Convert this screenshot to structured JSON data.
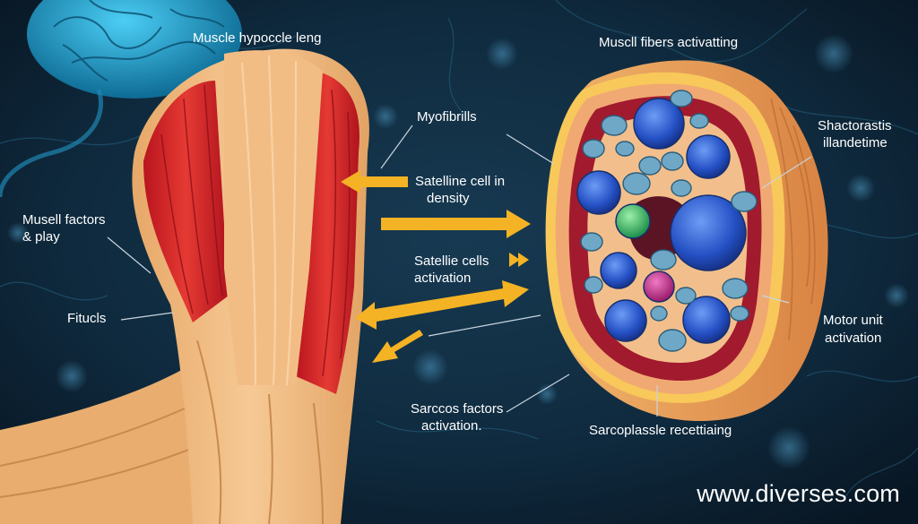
{
  "labels": {
    "top_left": "Muscle hypoccle leng",
    "top_right": "Muscll fibers activatting",
    "myofibrills": "Myofibrills",
    "satelline_1": "Satelline cell in",
    "satelline_2": "density",
    "musell_1": "Musell factors",
    "musell_2": "& play",
    "satellie_1": "Satellie cells",
    "satellie_2": "activation",
    "fitucls": "Fitucls",
    "shactorastis_1": "Shactorastis",
    "shactorastis_2": "illandetime",
    "motor_1": "Motor unit",
    "motor_2": "activation",
    "sarccos_1": "Sarccos factors",
    "sarccos_2": "activation.",
    "sarcoplassle": "Sarcoplassle recettiaing"
  },
  "watermark": "www.diverses.com",
  "colors": {
    "background": "#0b1e2e",
    "arrow": "#f4b324",
    "muscle_red": "#d8282c",
    "tendon_tan": "#e9b577",
    "cell_blue": "#2a63d4",
    "cytoplasm_red": "#a11a2e"
  }
}
